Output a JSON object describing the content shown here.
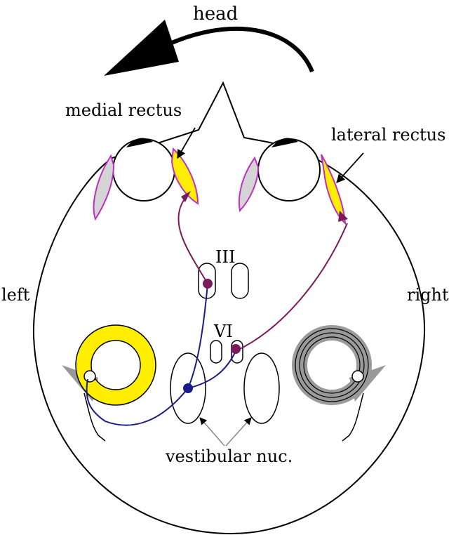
{
  "labels": {
    "head": "head",
    "medial_rectus": "medial rectus",
    "lateral_rectus": "lateral rectus",
    "oculomotor_nucleus": "III",
    "abducens_nucleus": "VI",
    "left": "left",
    "right": "right",
    "vestibular_nuclei": "vestibular nuc."
  },
  "colors": {
    "outline": "#000000",
    "muscle_active": "#ffee00",
    "muscle_inactive": "#d4d4d4",
    "muscle_edge": "#c030c0",
    "pathway_excitatory": "#7a1a5a",
    "pathway_vestibular": "#1a1a8a",
    "canal_active": "#ffee00",
    "canal_inactive": "#9a9a9a",
    "pointer": "#999999"
  }
}
